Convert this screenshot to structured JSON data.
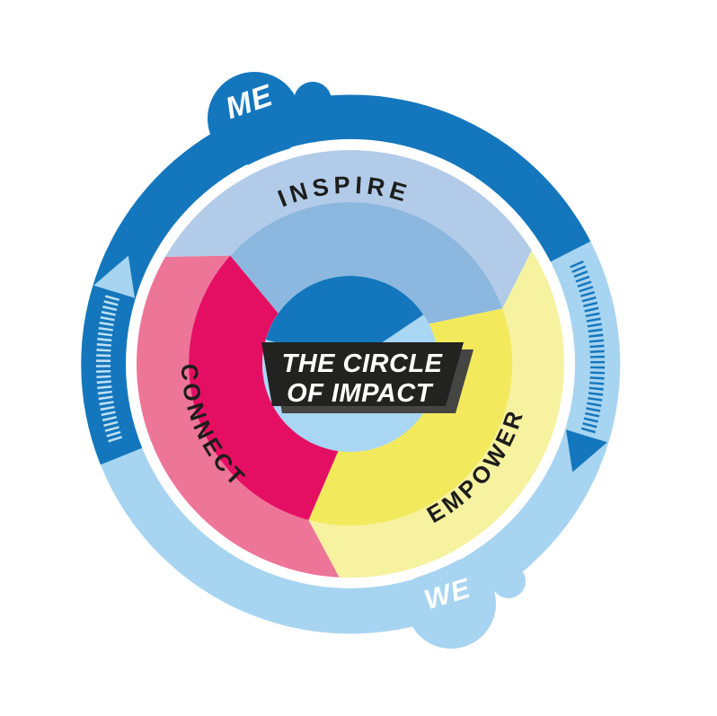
{
  "diagram": {
    "name": "The Circle of Impact",
    "center_title": {
      "line1": "THE CIRCLE",
      "line2": "OF IMPACT",
      "banner_color": "#222220",
      "banner_shadow_color": "#454543",
      "text_color": "#ffffff"
    },
    "outer_ring": {
      "me_label": "ME",
      "we_label": "WE",
      "dark_color": "#1477bd",
      "light_color": "#a7d4f1",
      "hatch_on_dark_color": "#bfe1f6",
      "label_color": "#ffffff"
    },
    "segments": [
      {
        "id": "inspire",
        "label": "INSPIRE",
        "outer_band_color": "#b2cbe9",
        "inner_band_color": "#8cb7de"
      },
      {
        "id": "empower",
        "label": "EMPOWER",
        "outer_band_color": "#f6f2a0",
        "inner_band_color": "#f2e95c"
      },
      {
        "id": "connect",
        "label": "CONNECT",
        "outer_band_color": "#ed7598",
        "inner_band_color": "#e40f63"
      }
    ],
    "segment_label_color": "#1d1d1b",
    "center_disc": {
      "light_color": "#a9d6f2",
      "dark_color": "#1477bd"
    }
  }
}
